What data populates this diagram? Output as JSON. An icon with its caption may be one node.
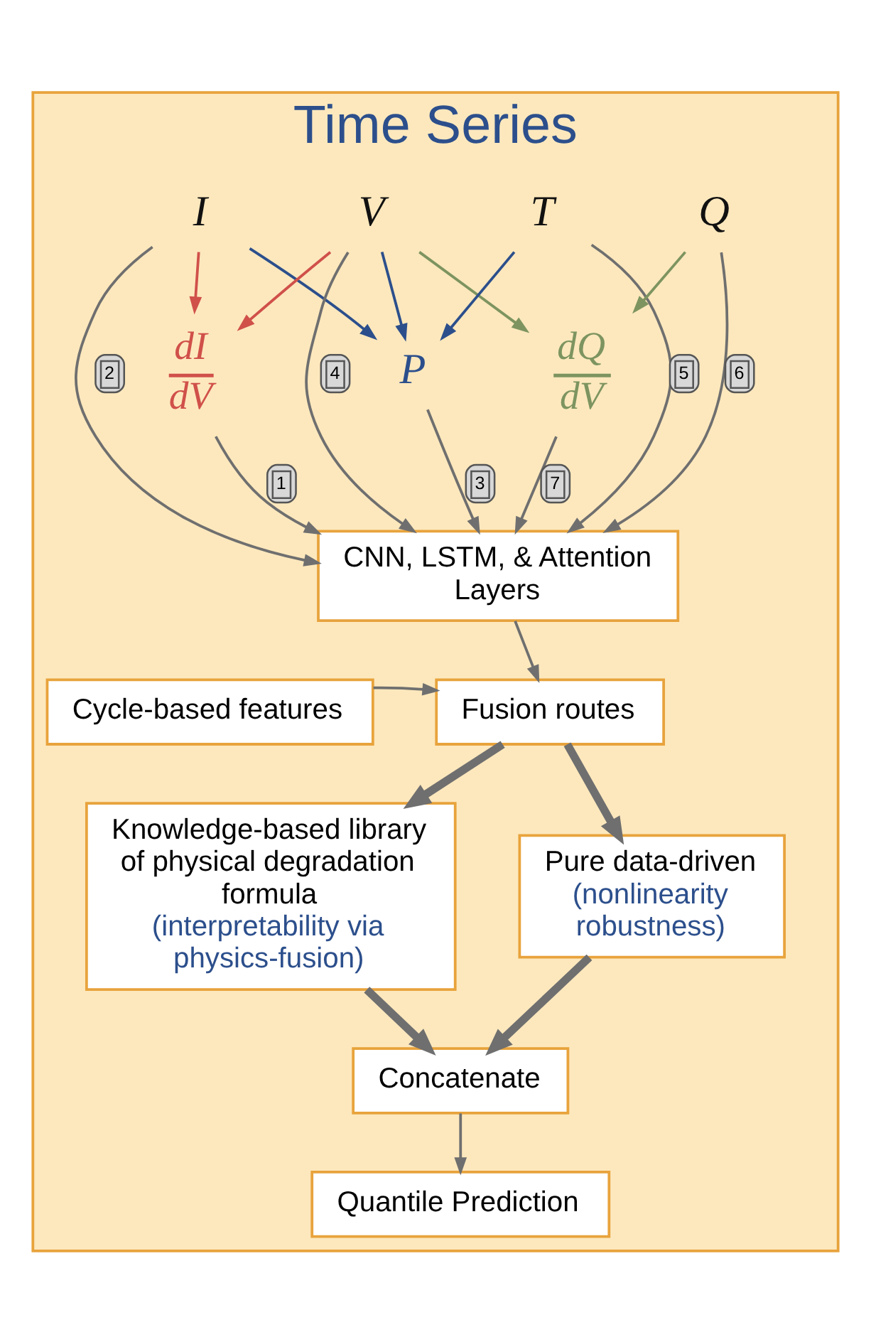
{
  "diagram": {
    "nodes": [
      {
        "text": [
          "Time Series"
        ]
      },
      {
        "text": [
          "I"
        ],
        "in": 0
      },
      {
        "text": [
          "V"
        ],
        "in": 0
      },
      {
        "text": [
          "T"
        ],
        "in": 0
      },
      {
        "text": [
          "Q"
        ],
        "in": 0
      },
      {
        "text": [
          "dI",
          "dV"
        ],
        "in": 0
      },
      {
        "text": [
          "P"
        ],
        "in": 0
      },
      {
        "text": [
          "dQ",
          "dV"
        ],
        "in": 0
      },
      {
        "text": [
          "CNN, LSTM, & Attention Layers"
        ],
        "in": 0
      },
      {
        "text": [
          "Cycle-based features"
        ],
        "in": 0
      },
      {
        "text": [
          "Fusion routes"
        ],
        "in": 0
      },
      {
        "text": [
          "Knowledge-based library of physical degradation formula",
          "(interpretability via physics-fusion)"
        ],
        "in": 0
      },
      {
        "text": [
          "Pure data-driven",
          "(nonlinearity robustness)"
        ],
        "in": 0
      },
      {
        "text": [
          "Concatenate"
        ],
        "in": 0
      },
      {
        "text": [
          "Quantile Prediction"
        ],
        "in": 0
      }
    ],
    "edges": [
      {
        "from": 1,
        "to": 5,
        "arrow": "to",
        "color": "#d0504a"
      },
      {
        "from": 1,
        "to": 6,
        "arrow": "to",
        "color": "#2c4f8c"
      },
      {
        "from": 2,
        "to": 5,
        "arrow": "to",
        "color": "#d0504a"
      },
      {
        "from": 2,
        "to": 6,
        "arrow": "to",
        "color": "#2c4f8c"
      },
      {
        "from": 2,
        "to": 7,
        "arrow": "to",
        "color": "#7d9460"
      },
      {
        "from": 3,
        "to": 6,
        "arrow": "to",
        "color": "#2c4f8c"
      },
      {
        "from": 4,
        "to": 7,
        "arrow": "to",
        "color": "#7d9460"
      },
      {
        "from": 5,
        "to": 8,
        "arrow": "to",
        "label": "1"
      },
      {
        "from": 1,
        "to": 8,
        "arrow": "to",
        "label": "2"
      },
      {
        "from": 6,
        "to": 8,
        "arrow": "to",
        "label": "3"
      },
      {
        "from": 2,
        "to": 8,
        "arrow": "to",
        "label": "4"
      },
      {
        "from": 3,
        "to": 8,
        "arrow": "to",
        "label": "5"
      },
      {
        "from": 4,
        "to": 8,
        "arrow": "to",
        "label": "6"
      },
      {
        "from": 7,
        "to": 8,
        "arrow": "to",
        "label": "7"
      },
      {
        "from": 8,
        "to": 10,
        "arrow": "to"
      },
      {
        "from": 9,
        "to": 10,
        "arrow": "to"
      },
      {
        "from": 10,
        "to": 11,
        "arrow": "to",
        "style": "thick"
      },
      {
        "from": 10,
        "to": 12,
        "arrow": "to",
        "style": "thick"
      },
      {
        "from": 11,
        "to": 13,
        "arrow": "to",
        "style": "thick"
      },
      {
        "from": 12,
        "to": 13,
        "arrow": "to",
        "style": "thick"
      },
      {
        "from": 13,
        "to": 14,
        "arrow": "to"
      }
    ]
  }
}
